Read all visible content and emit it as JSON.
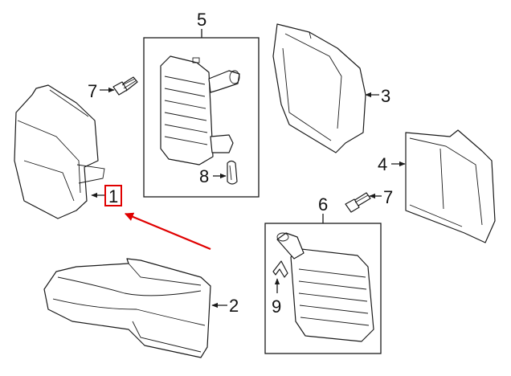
{
  "callouts": {
    "c1": "1",
    "c2": "2",
    "c3": "3",
    "c4": "4",
    "c5": "5",
    "c6": "6",
    "c7a": "7",
    "c7b": "7",
    "c8": "8",
    "c9": "9"
  },
  "colors": {
    "highlight": "#e00000",
    "line": "#1a1a1a"
  }
}
